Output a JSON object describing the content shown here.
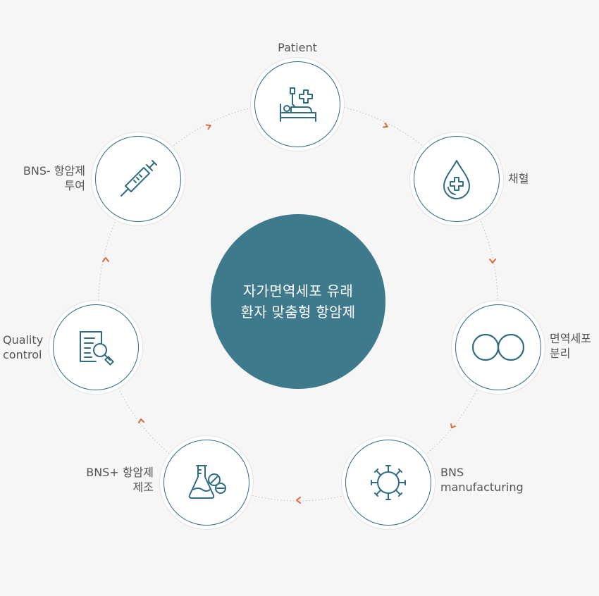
{
  "center": {
    "line1": "자가면역세포 유래",
    "line2": "환자 맞춤형 항암제"
  },
  "steps": [
    {
      "id": "patient",
      "lines": [
        "Patient"
      ],
      "icon": "patient-bed-icon"
    },
    {
      "id": "blood",
      "lines": [
        "채혈"
      ],
      "icon": "blood-drop-icon"
    },
    {
      "id": "separation",
      "lines": [
        "면역세포",
        "분리"
      ],
      "icon": "cells-icon"
    },
    {
      "id": "manufacturing",
      "lines": [
        "BNS",
        "manufacturing"
      ],
      "icon": "virus-icon"
    },
    {
      "id": "production",
      "lines": [
        "BNS+ 항암제",
        "제조"
      ],
      "icon": "flask-pill-icon"
    },
    {
      "id": "qc",
      "lines": [
        "Quality",
        "control"
      ],
      "icon": "document-search-icon"
    },
    {
      "id": "administration",
      "lines": [
        "BNS- 항암제",
        "투여"
      ],
      "icon": "syringe-icon"
    }
  ],
  "colors": {
    "accent": "#2f6c80",
    "center_fill": "#3e7a8c",
    "arrow": "#e0683a",
    "background": "#f6f6f6"
  }
}
